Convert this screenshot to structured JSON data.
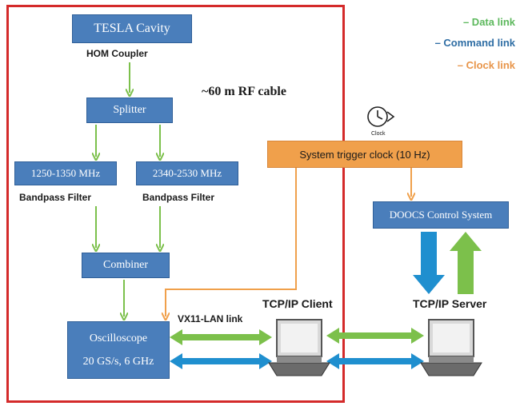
{
  "legend": {
    "data_link": "– Data link",
    "command_link": "– Command link",
    "clock_link": "– Clock link"
  },
  "blocks": {
    "tesla_cavity": "TESLA Cavity",
    "hom_coupler": "HOM Coupler",
    "splitter": "Splitter",
    "rf_cable": "~60 m RF cable",
    "filter_low": "1250-1350 MHz",
    "filter_high": "2340-2530 MHz",
    "bandpass_left": "Bandpass Filter",
    "bandpass_right": "Bandpass Filter",
    "combiner": "Combiner",
    "oscilloscope_line1": "Oscilloscope",
    "oscilloscope_line2": "20 GS/s, 6 GHz",
    "vx11_link": "VX11-LAN link",
    "system_trigger": "System trigger clock (10 Hz)",
    "clock_caption": "Clock",
    "doocs": "DOOCS Control System",
    "tcp_client": "TCP/IP Client",
    "tcp_server": "TCP/IP Server"
  },
  "colors": {
    "block_blue": "#4a7ebb",
    "data_green": "#7cc04b",
    "command_blue": "#1f8fcf",
    "clock_orange": "#f0a04b",
    "region_red": "#d42a2a"
  }
}
